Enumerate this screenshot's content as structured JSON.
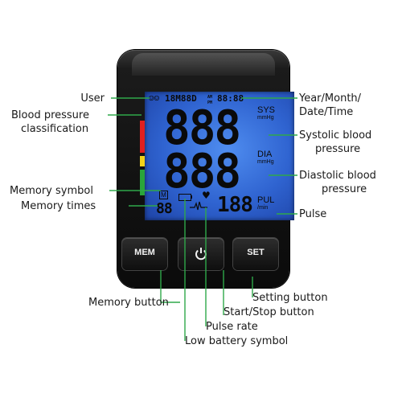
{
  "labels": {
    "user": "User",
    "bp_classification": [
      "Blood pressure",
      "classification"
    ],
    "memory_symbol": "Memory symbol",
    "memory_times": "Memory times",
    "memory_button": "Memory button",
    "year_month_date_time": [
      "Year/Month/",
      "Date/Time"
    ],
    "systolic": [
      "Systolic blood",
      "pressure"
    ],
    "diastolic": [
      "Diastolic blood",
      "pressure"
    ],
    "pulse": "Pulse",
    "setting_button": "Setting button",
    "start_stop_button": "Start/Stop button",
    "pulse_rate": "Pulse rate",
    "low_battery_symbol": "Low battery symbol"
  },
  "display": {
    "user_icons": "☺☺",
    "date": "18M88D",
    "am": "AM",
    "pm": "PM",
    "time": "88:88",
    "sys_digits": "888",
    "dia_digits": "888",
    "pul_digits": "188",
    "mem_count": "88",
    "sys_unit": "SYS",
    "dia_unit": "DIA",
    "pul_unit": "PUL",
    "mmhg": "mmHg",
    "per_min": "/min",
    "mem_symbol": "M"
  },
  "buttons": {
    "mem": "MEM",
    "set": "SET",
    "power_icon": "power-icon"
  },
  "colors": {
    "lcd": "#3a73e0",
    "leader": "#2fa84a",
    "class_red": "#e02020",
    "class_yellow": "#f2d21a",
    "class_green": "#2aa53a"
  }
}
